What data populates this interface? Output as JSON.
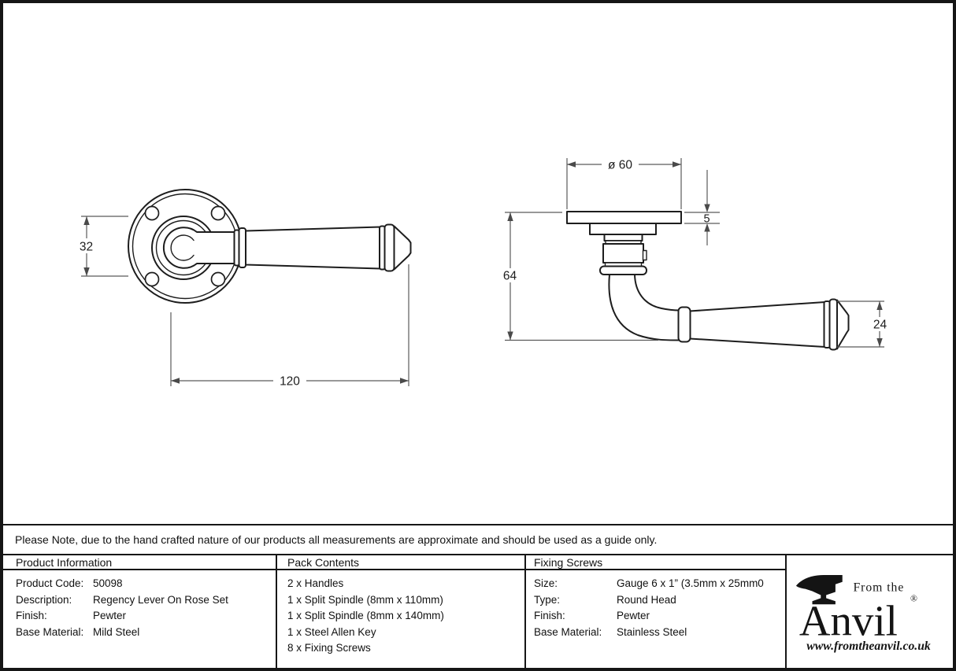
{
  "colors": {
    "background": "#ffffff",
    "ink": "#1d1d1d",
    "dim_line": "#5a5a5a"
  },
  "note": {
    "text": "Please Note, due to the hand crafted nature of our products all measurements are approximate and should be used as a guide only."
  },
  "drawing": {
    "front": {
      "rose_width": "32",
      "lever_length": "120"
    },
    "side": {
      "rose_diameter": "ø 60",
      "rose_thickness": "5",
      "overall_depth": "64",
      "lever_height": "24"
    }
  },
  "table": {
    "columns": [
      {
        "header": "Product Information",
        "rows": [
          [
            "Product Code:",
            "50098"
          ],
          [
            "Description:",
            "Regency Lever On Rose Set"
          ],
          [
            "Finish:",
            "Pewter"
          ],
          [
            "Base Material:",
            "Mild Steel"
          ]
        ]
      },
      {
        "header": "Pack Contents",
        "items": [
          "2 x Handles",
          "1 x Split Spindle (8mm x 110mm)",
          "1 x Split Spindle (8mm x 140mm)",
          "1 x Steel Allen Key",
          "8 x Fixing Screws"
        ]
      },
      {
        "header": "Fixing Screws",
        "rows": [
          [
            "Size:",
            "Gauge 6 x 1” (3.5mm x 25mm0"
          ],
          [
            "Type:",
            "Round Head"
          ],
          [
            "Finish:",
            "Pewter"
          ],
          [
            "Base Material:",
            "Stainless Steel"
          ]
        ]
      }
    ]
  },
  "logo": {
    "from_the": "From the",
    "brand": "Anvil",
    "registered": "®",
    "url": "www.fromtheanvil.co.uk"
  }
}
